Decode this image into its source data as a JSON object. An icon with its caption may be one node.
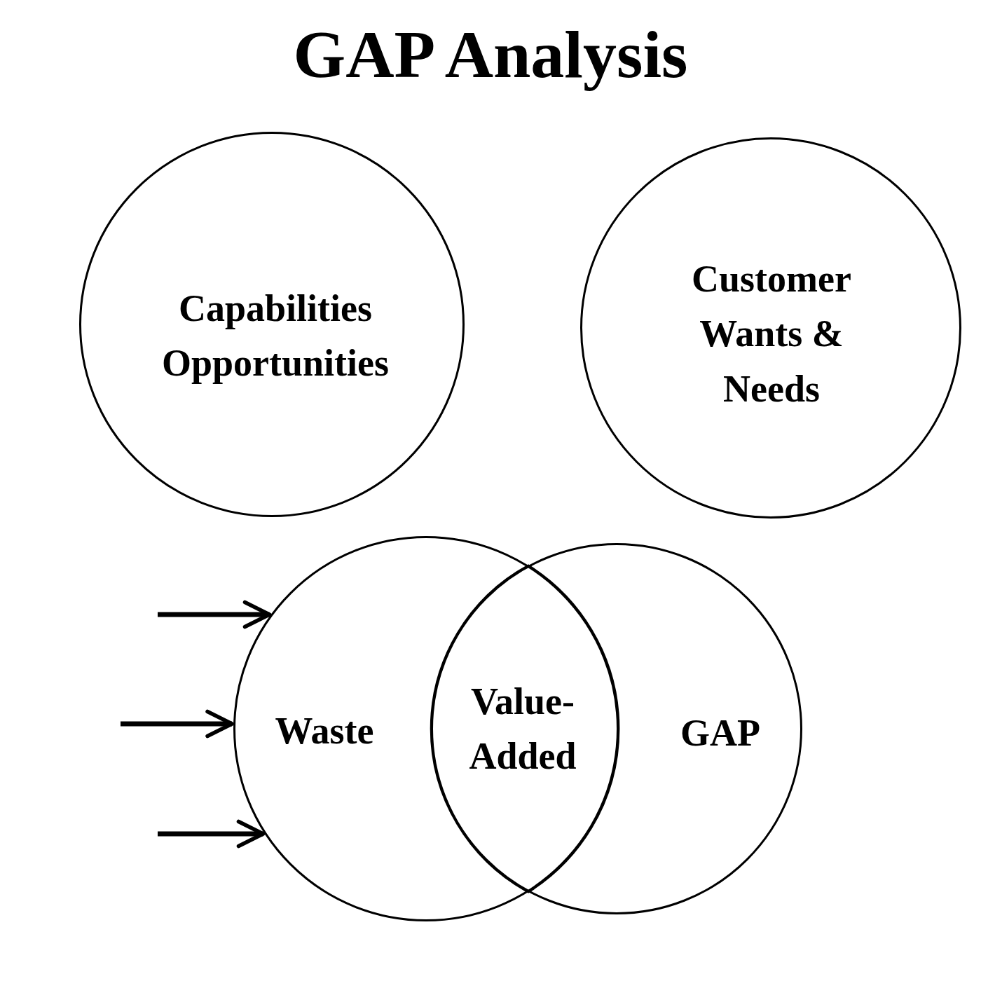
{
  "diagram": {
    "title": "GAP Analysis",
    "nodes": [
      {
        "text": [
          "Capabilities Opportunities"
        ]
      },
      {
        "text": [
          "Customer Wants & Needs"
        ]
      },
      {
        "text": [
          "Waste"
        ]
      },
      {
        "text": [
          "GAP"
        ]
      },
      {
        "text": [
          "Value-Added"
        ]
      }
    ],
    "edges": [
      {
        "from": null,
        "to": 2,
        "arrow": "to"
      },
      {
        "from": null,
        "to": 2,
        "arrow": "to"
      },
      {
        "from": null,
        "to": 2,
        "arrow": "to"
      }
    ]
  }
}
